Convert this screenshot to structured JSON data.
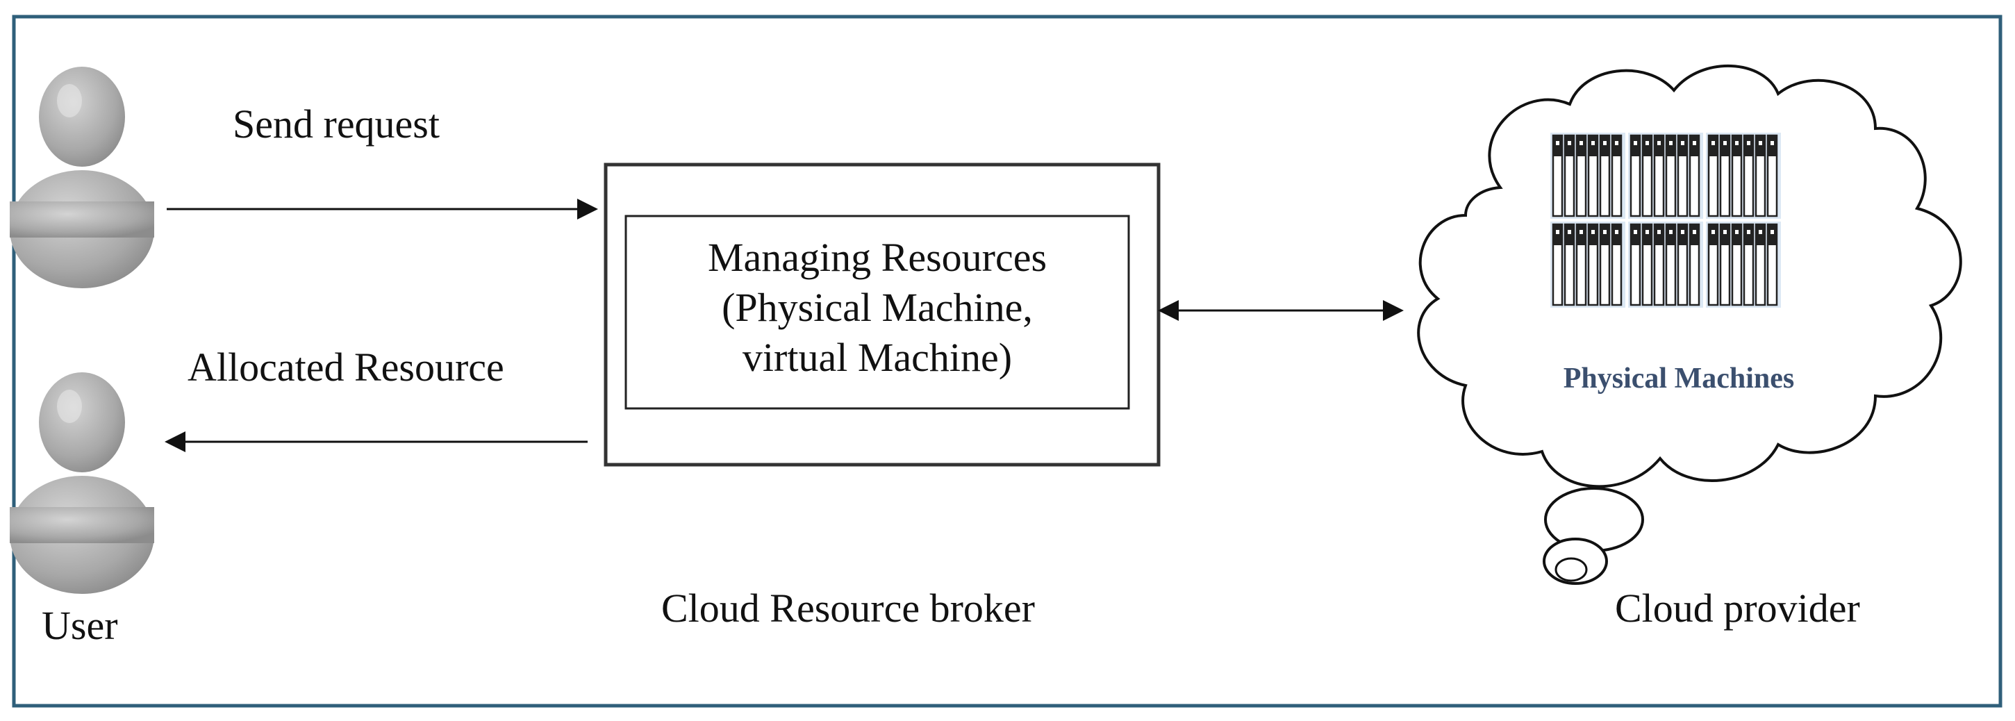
{
  "labels": {
    "send_request": "Send request",
    "allocated_resource": "Allocated Resource",
    "managing_line1": "Managing Resources",
    "managing_line2": "(Physical Machine,",
    "managing_line3": "virtual Machine)",
    "broker": "Cloud Resource broker",
    "user": "User",
    "physical_machines": "Physical Machines",
    "provider": "Cloud provider"
  },
  "colors": {
    "frame_border": "#2f5f7a",
    "line": "#111111",
    "physical_machines_text": "#3b4f6e",
    "user_icon": "#a9a9a9",
    "server_outline": "#222222",
    "server_bg": "#dce8f4"
  },
  "icons": {
    "user": "person-icon",
    "servers": "server-rack-icon",
    "cloud": "cloud-icon"
  }
}
